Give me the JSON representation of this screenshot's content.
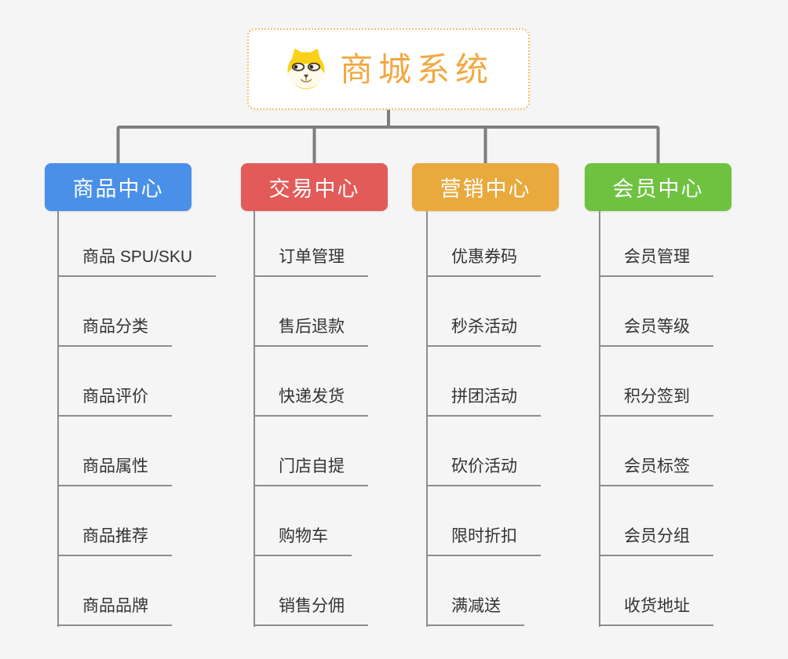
{
  "root": {
    "title": "商城系统",
    "icon": "shiba-dog-icon",
    "title_color": "#f2a841",
    "border_color": "#f4c06a"
  },
  "branches": [
    {
      "key": "product-center",
      "label": "商品中心",
      "color": "#4a90e8",
      "children": [
        "商品 SPU/SKU",
        "商品分类",
        "商品评价",
        "商品属性",
        "商品推荐",
        "商品品牌"
      ]
    },
    {
      "key": "trade-center",
      "label": "交易中心",
      "color": "#e25b58",
      "children": [
        "订单管理",
        "售后退款",
        "快递发货",
        "门店自提",
        "购物车",
        "销售分佣"
      ]
    },
    {
      "key": "marketing-center",
      "label": "营销中心",
      "color": "#e9a93d",
      "children": [
        "优惠券码",
        "秒杀活动",
        "拼团活动",
        "砍价活动",
        "限时折扣",
        "满减送"
      ]
    },
    {
      "key": "member-center",
      "label": "会员中心",
      "color": "#6ec23f",
      "children": [
        "会员管理",
        "会员等级",
        "积分签到",
        "会员标签",
        "会员分组",
        "收货地址"
      ]
    }
  ],
  "colors": {
    "background": "#f5f5f6",
    "connector": "#7e7e7e",
    "underline": "#8d8d8d",
    "topic_text": "#333333"
  }
}
